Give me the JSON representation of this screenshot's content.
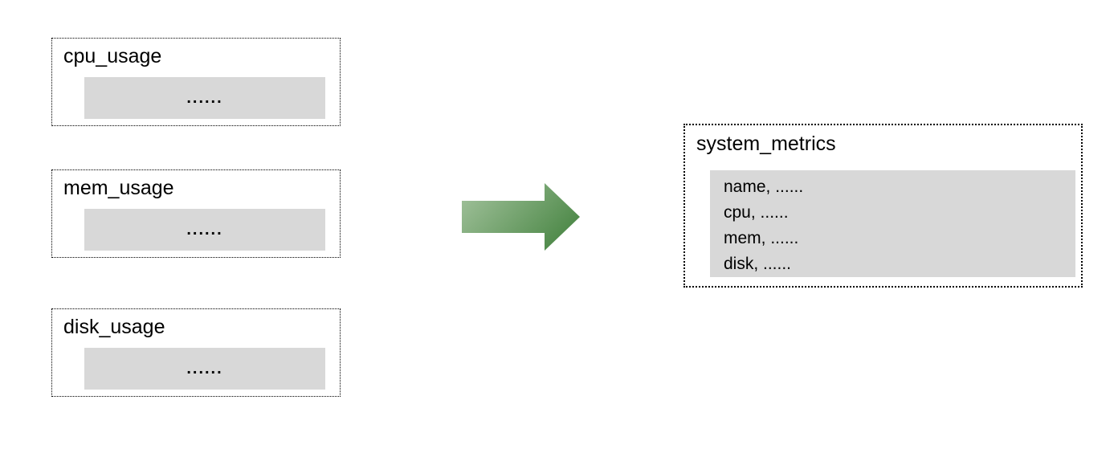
{
  "colors": {
    "background": "#ffffff",
    "border": "#000000",
    "panel_gray": "#d8d8d8",
    "text": "#000000",
    "arrow_green_start": "#a5c49f",
    "arrow_green_end": "#4f8a4a"
  },
  "diagram": {
    "sources": [
      {
        "label": "cpu_usage",
        "body_placeholder": "......"
      },
      {
        "label": "mem_usage",
        "body_placeholder": "......"
      },
      {
        "label": "disk_usage",
        "body_placeholder": "......"
      }
    ],
    "arrow": {
      "icon": "right-arrow",
      "direction": "left-to-right"
    },
    "target": {
      "label": "system_metrics",
      "rows": [
        "name, ......",
        "cpu, ......",
        "mem, ......",
        "disk, ......"
      ]
    }
  }
}
